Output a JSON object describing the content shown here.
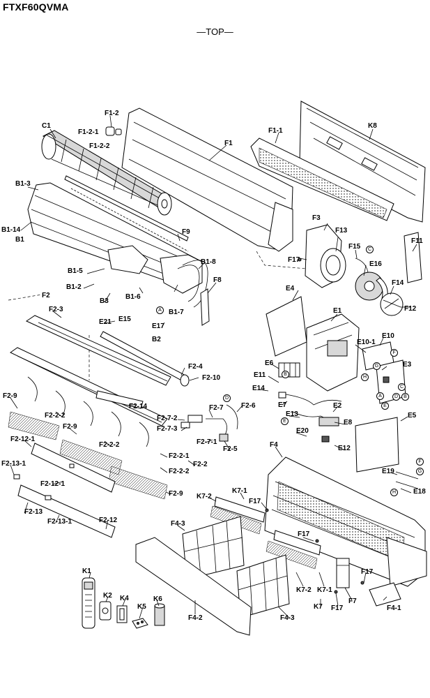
{
  "model": "FTXF60QVMA",
  "view": "—TOP—",
  "parts": {
    "C1": "C1",
    "F1_2": "F1-2",
    "F1_2_1": "F1-2-1",
    "F1_2_2": "F1-2-2",
    "F1": "F1",
    "F1_1": "F1-1",
    "K8": "K8",
    "B1_3": "B1-3",
    "B1_14": "B1-14",
    "B1": "B1",
    "F9a": "F9",
    "F3": "F3",
    "F13": "F13",
    "F11": "F11",
    "F17a": "F17",
    "F15": "F15",
    "E16": "E16",
    "B1_5": "B1-5",
    "B1_8": "B1-8",
    "F8": "F8",
    "F14": "F14",
    "B1_2": "B1-2",
    "B1_6": "B1-6",
    "B3": "B3",
    "B1_7": "B1-7",
    "F12": "F12",
    "E4": "E4",
    "E1": "E1",
    "F2": "F2",
    "F2_3": "F2-3",
    "E21": "E21",
    "E15": "E15",
    "E17": "E17",
    "B2": "B2",
    "E10": "E10",
    "E10_1": "E10-1",
    "F2_4": "F2-4",
    "F2_10": "F2-10",
    "E6": "E6",
    "E3": "E3",
    "E11": "E11",
    "F2_9a": "F2-9",
    "F2_14": "F2-14",
    "E14": "E14",
    "F2_7": "F2-7",
    "F2_6": "F2-6",
    "E7": "E7",
    "E2": "E2",
    "F2_2_2a": "F2-2-2",
    "F2_7_2": "F2-7-2",
    "F2_7_3": "F2-7-3",
    "E13": "E13",
    "E8": "E8",
    "E5": "E5",
    "F2_9b": "F2-9",
    "E20": "E20",
    "F2_12_1a": "F2-12-1",
    "F2_7_1": "F2-7-1",
    "F2_2_2b": "F2-2-2",
    "F2_5": "F2-5",
    "E12": "E12",
    "F4": "F4",
    "F2_2_1": "F2-2-1",
    "F2_2": "F2-2",
    "F2_2_2c": "F2-2-2",
    "F2_13_1a": "F2-13-1",
    "F2_12_1b": "F2-12-1",
    "E19": "E19",
    "E18": "E18",
    "F2_9c": "F2-9",
    "F2_13": "F2-13",
    "F2_13_1b": "F2-13-1",
    "F2_12": "F2-12",
    "K7_2a": "K7-2",
    "K7_1a": "K7-1",
    "F17b": "F17",
    "F4_3a": "F4-3",
    "F17c": "F17",
    "K1": "K1",
    "K2": "K2",
    "K4": "K4",
    "K6": "K6",
    "K5": "K5",
    "K7_2b": "K7-2",
    "K7_1b": "K7-1",
    "K7": "K7",
    "F17d": "F17",
    "F17e": "F17",
    "F7": "F7",
    "F4_1": "F4-1",
    "F4_2": "F4-2",
    "F4_3b": "F4-3"
  },
  "connectors": {
    "A1": "A",
    "A2": "A",
    "B1": "B",
    "B2": "B",
    "C1": "C",
    "C2": "C",
    "D1": "D",
    "D2": "D",
    "E1": "E",
    "E2": "E",
    "F1": "F",
    "F2": "F",
    "G1": "G",
    "G2": "G",
    "H1": "H",
    "H2": "H"
  }
}
